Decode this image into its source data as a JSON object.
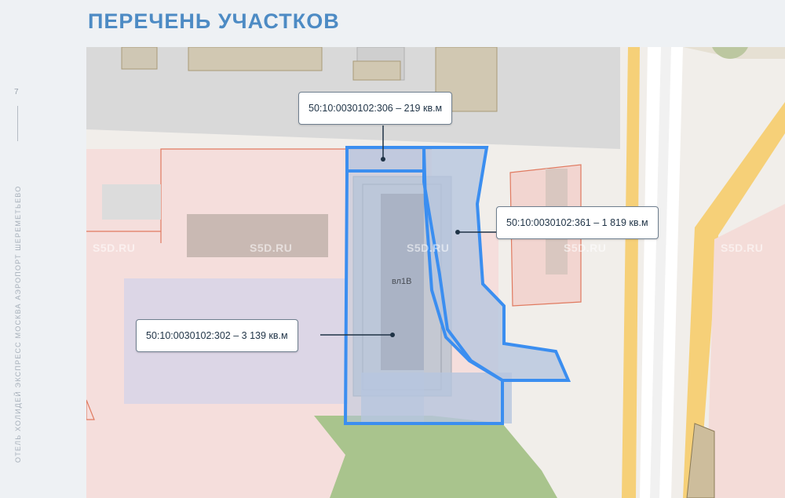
{
  "page": {
    "title": "ПЕРЕЧЕНЬ УЧАСТКОВ",
    "page_number": "7",
    "side_caption": "ОТЕЛЬ ХОЛИДЕЙ ЭКСПРЕСС МОСКВА АЭРОПОРТ ШЕРЕМЕТЬЕВО"
  },
  "map": {
    "building_label": "вл1В",
    "watermark": "S5D.RU",
    "parcels": [
      {
        "label": "50:10:0030102:306 – 219 кв.м"
      },
      {
        "label": "50:10:0030102:361 – 1 819 кв.м"
      },
      {
        "label": "50:10:0030102:302 – 3 139 кв.м"
      }
    ],
    "colors": {
      "parcel_outline": "#3b8ef0",
      "parcel_fill": "#b7c6de",
      "zone_pink": "#f3dcda",
      "zone_outline": "#e07a60",
      "road_yellow": "#f4c96b",
      "green": "#a7c28a"
    }
  }
}
